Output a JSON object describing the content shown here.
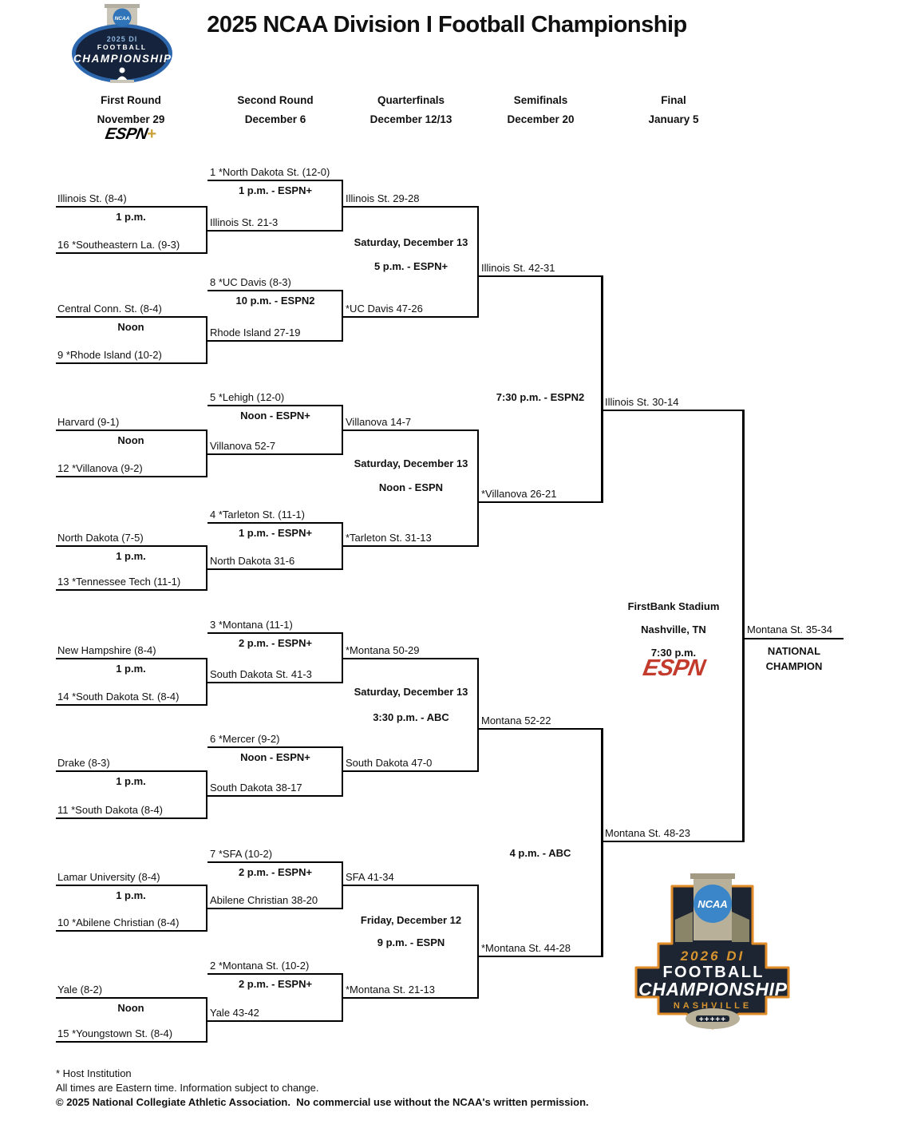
{
  "header": {
    "logo_2025": {
      "ncaa": "NCAA",
      "line1": "2025 DI",
      "line2": "FOOTBALL",
      "line3": "CHAMPIONSHIP"
    },
    "title": "2025 NCAA Division I Football Championship",
    "columns": [
      {
        "label": "First Round",
        "date": "November 29"
      },
      {
        "label": "Second Round",
        "date": "December 6"
      },
      {
        "label": "Quarterfinals",
        "date": "December 12/13"
      },
      {
        "label": "Semifinals",
        "date": "December 20"
      },
      {
        "label": "Final",
        "date": "January 5"
      }
    ],
    "espn_plus": {
      "text": "ESPN",
      "plus": "+"
    }
  },
  "bracket": {
    "first_round": [
      {
        "top": "Illinois St. (8-4)",
        "time": "1 p.m.",
        "bottom": "16 *Southeastern La. (9-3)"
      },
      {
        "top": "Central Conn. St. (8-4)",
        "time": "Noon",
        "bottom": "9 *Rhode Island (10-2)"
      },
      {
        "top": "Harvard (9-1)",
        "time": "Noon",
        "bottom": "12 *Villanova (9-2)"
      },
      {
        "top": "North Dakota (7-5)",
        "time": "1 p.m.",
        "bottom": "13 *Tennessee Tech (11-1)"
      },
      {
        "top": "New Hampshire (8-4)",
        "time": "1 p.m.",
        "bottom": "14 *South Dakota St. (8-4)"
      },
      {
        "top": "Drake (8-3)",
        "time": "1 p.m.",
        "bottom": "11 *South Dakota (8-4)"
      },
      {
        "top": "Lamar University (8-4)",
        "time": "1 p.m.",
        "bottom": "10 *Abilene Christian (8-4)"
      },
      {
        "top": "Yale (8-2)",
        "time": "Noon",
        "bottom": "15 *Youngstown St. (8-4)"
      }
    ],
    "second_round": [
      {
        "team": "1 *North Dakota St. (12-0)",
        "broadcast": "1 p.m. - ESPN+",
        "winner": "Illinois St. 21-3"
      },
      {
        "team": "8 *UC Davis (8-3)",
        "broadcast": "10 p.m. - ESPN2",
        "winner": "Rhode Island 27-19"
      },
      {
        "team": "5 *Lehigh (12-0)",
        "broadcast": "Noon - ESPN+",
        "winner": "Villanova 52-7"
      },
      {
        "team": "4 *Tarleton St. (11-1)",
        "broadcast": "1 p.m. - ESPN+",
        "winner": "North Dakota 31-6"
      },
      {
        "team": "3 *Montana (11-1)",
        "broadcast": "2 p.m. - ESPN+",
        "winner": "South Dakota St. 41-3"
      },
      {
        "team": "6 *Mercer (9-2)",
        "broadcast": "Noon - ESPN+",
        "winner": "South Dakota 38-17"
      },
      {
        "team": "7 *SFA (10-2)",
        "broadcast": "2 p.m. - ESPN+",
        "winner": "Abilene Christian 38-20"
      },
      {
        "team": "2 *Montana St. (10-2)",
        "broadcast": "2 p.m. - ESPN+",
        "winner": "Yale 43-42"
      }
    ],
    "quarterfinals": [
      {
        "top": "Illinois St. 29-28",
        "date": "Saturday, December 13",
        "broadcast": "5 p.m. - ESPN+",
        "bottom": "*UC Davis 47-26"
      },
      {
        "top": "Villanova 14-7",
        "date": "Saturday, December 13",
        "broadcast": "Noon - ESPN",
        "bottom": "*Tarleton St. 31-13"
      },
      {
        "top": "*Montana 50-29",
        "date": "Saturday, December 13",
        "broadcast": "3:30 p.m. - ABC",
        "bottom": "South Dakota 47-0"
      },
      {
        "top": "SFA 41-34",
        "date": "Friday, December 12",
        "broadcast": "9 p.m. - ESPN",
        "bottom": "*Montana St. 21-13"
      }
    ],
    "semifinals": [
      {
        "top": "Illinois St. 42-31",
        "broadcast": "7:30 p.m. - ESPN2",
        "bottom": "*Villanova 26-21",
        "winner": "Illinois St. 30-14"
      },
      {
        "top": "Montana 52-22",
        "broadcast": "4 p.m. - ABC",
        "bottom": "*Montana St. 44-28",
        "winner": "Montana St. 48-23"
      }
    ],
    "final": {
      "venue": "FirstBank Stadium",
      "location": "Nashville, TN",
      "time": "7:30 p.m.",
      "network": "ESPN",
      "champion": "Montana St. 35-34",
      "champion_title1": "NATIONAL",
      "champion_title2": "CHAMPION"
    }
  },
  "logo_2026": {
    "ncaa": "NCAA",
    "line1": "2026 DI",
    "line2": "FOOTBALL",
    "line3": "CHAMPIONSHIP",
    "city": "NASHVILLE",
    "laces": "+++++"
  },
  "footer": {
    "host_note": "* Host Institution",
    "times_note": "All times are Eastern time. Information subject to change.",
    "copyright": "© 2025 National Collegiate Athletic Association.  No commercial use without the NCAA's written permission."
  },
  "colors": {
    "espn_red": "#C23B2D",
    "espn_plus_gold": "#C9A035",
    "logo_navy": "#1C2531",
    "logo_orange": "#E08C28",
    "ncaa_blue": "#3A86C8"
  }
}
